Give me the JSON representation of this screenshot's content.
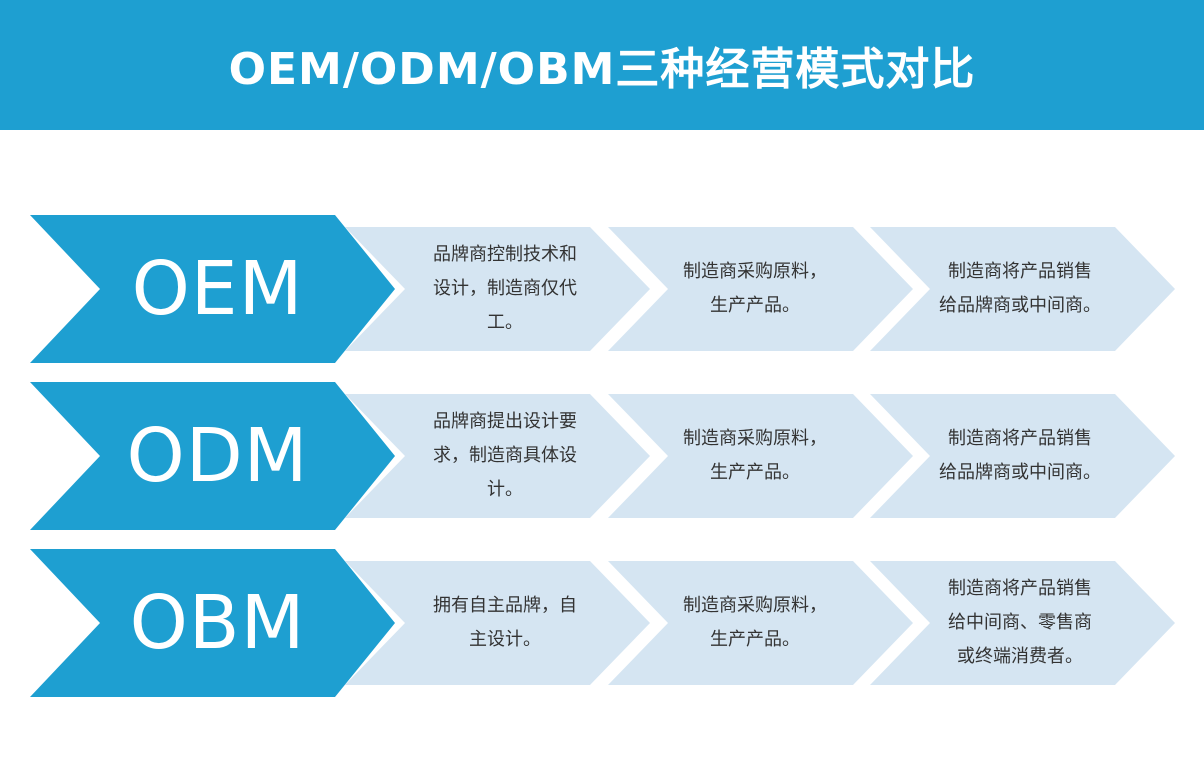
{
  "title": "OEM/ODM/OBM三种经营模式对比",
  "colors": {
    "primary": "#1e9fd1",
    "step_fill": "#d5e5f2",
    "text": "#333333"
  },
  "rows": [
    {
      "label": "OEM",
      "steps": [
        "品牌商控制技术和\n设计，制造商仅代\n工。",
        "制造商采购原料，\n生产产品。",
        "制造商将产品销售\n给品牌商或中间商。"
      ]
    },
    {
      "label": "ODM",
      "steps": [
        "品牌商提出设计要\n求，制造商具体设\n计。",
        "制造商采购原料，\n生产产品。",
        "制造商将产品销售\n给品牌商或中间商。"
      ]
    },
    {
      "label": "OBM",
      "steps": [
        "拥有自主品牌，自\n主设计。",
        "制造商采购原料，\n生产产品。",
        "制造商将产品销售\n给中间商、零售商\n或终端消费者。"
      ]
    }
  ]
}
